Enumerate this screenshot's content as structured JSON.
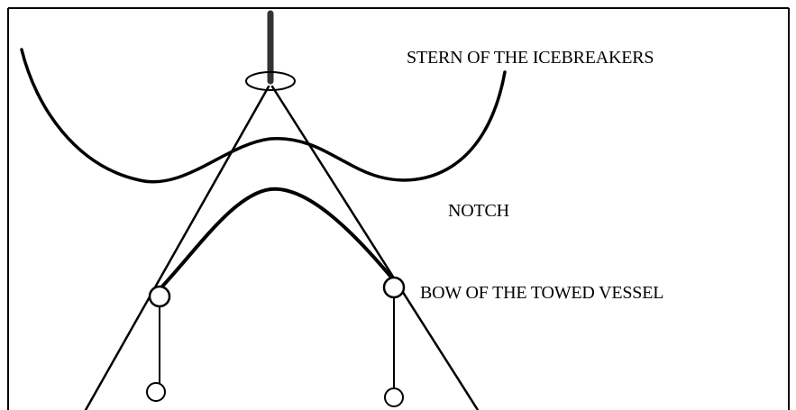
{
  "labels": {
    "stern": "STERN OF THE ICEBREAKERS",
    "notch": "NOTCH",
    "bow": "BOW OF THE TOWED VESSEL"
  },
  "colors": {
    "ink": "#000000",
    "frame": "#000000",
    "background": "#ffffff"
  }
}
